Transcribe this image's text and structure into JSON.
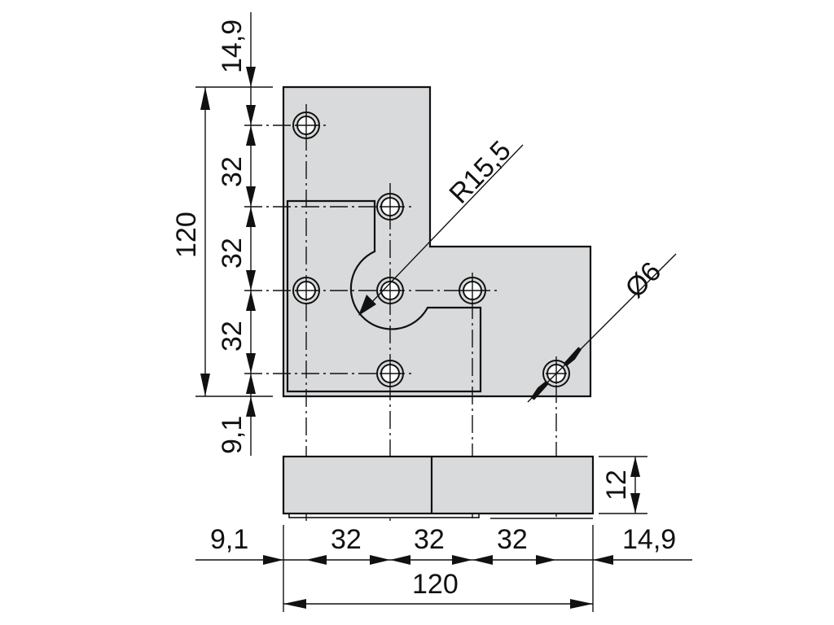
{
  "drawing": {
    "colors": {
      "part_fill": "#d9dadb",
      "line": "#111111"
    },
    "vertical_dims": {
      "top_offset": "14,9",
      "pitch1": "32",
      "pitch2": "32",
      "pitch3": "32",
      "total": "120",
      "bottom_offset": "9,1"
    },
    "horizontal_dims": {
      "left_offset": "9,1",
      "pitch1": "32",
      "pitch2": "32",
      "pitch3": "32",
      "right_offset": "14,9",
      "total": "120"
    },
    "radius_label": "R15,5",
    "hole_diameter_label": "Ø6",
    "thickness_label": "12"
  }
}
